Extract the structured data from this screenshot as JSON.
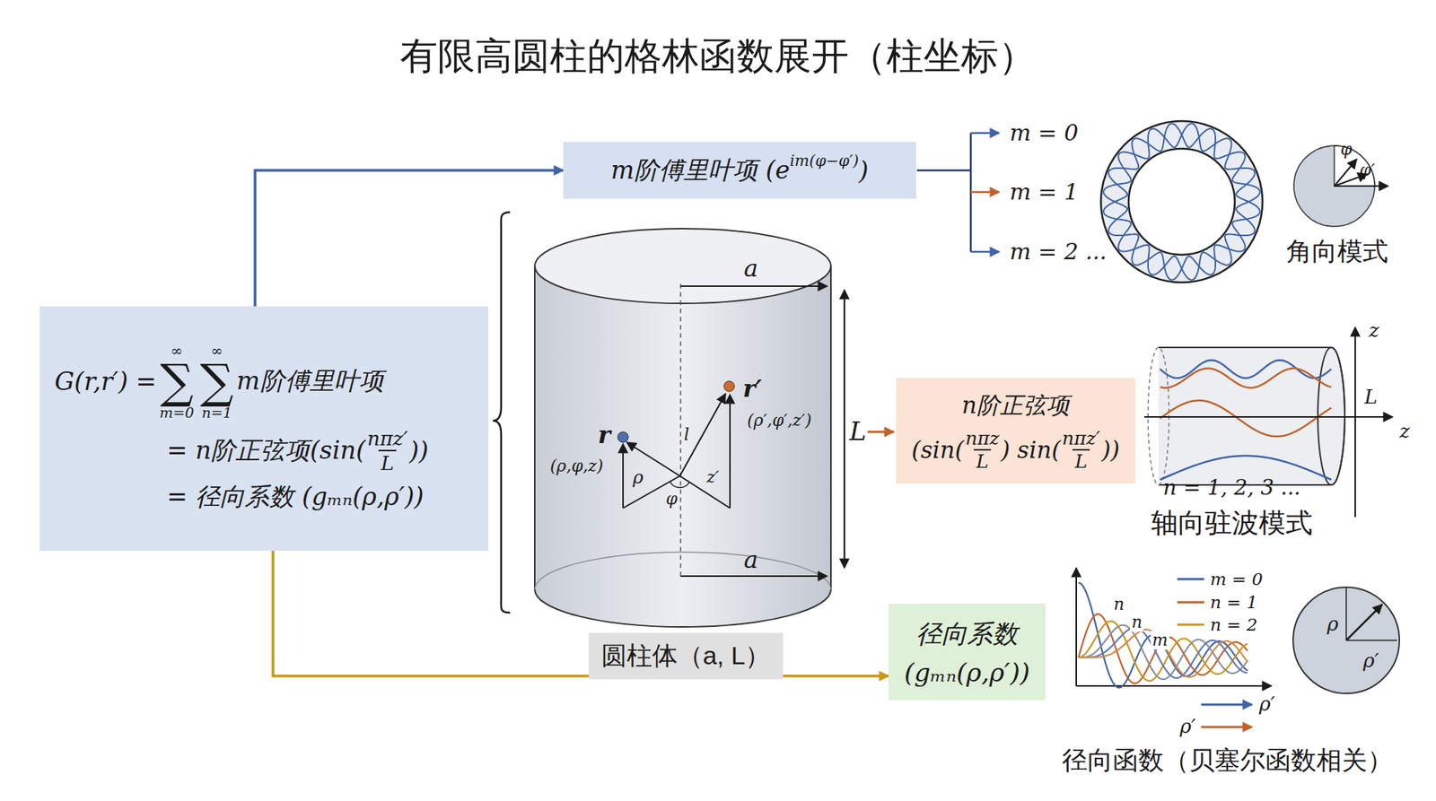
{
  "diagram": {
    "title": "有限高圆柱的格林函数展开（柱坐标）",
    "nodes": [
      {
        "text": [
          "G(r,r′) =",
          "∞",
          "∞",
          "∑",
          "∑",
          "m=0",
          "n=1",
          "m阶傅里叶项",
          "= n阶正弦项(sin(",
          "nπz′",
          "L",
          "))",
          "= 径向系数 (gₘₙ(ρ,ρ′))"
        ]
      },
      {
        "text": [
          "m阶傅里叶项 (e",
          "im(φ−φ′)",
          ")"
        ]
      },
      {
        "text": [
          "圆柱体（a, L）"
        ]
      },
      {
        "text": [
          "n阶正弦项",
          "(sin(",
          "nπz",
          "L",
          ") sin(",
          "nπz′",
          "L",
          "))"
        ]
      },
      {
        "text": [
          "径向系数",
          "(gₘₙ(ρ,ρ′))"
        ]
      }
    ],
    "edges": [
      {
        "from": 0,
        "to": 1,
        "arrow": "to"
      },
      {
        "from": 0,
        "to": 4,
        "arrow": "to"
      }
    ],
    "labels": [
      "m = 0",
      "m = 1",
      "m = 2 ...",
      "φ",
      "φ′",
      "角向模式",
      "a",
      "a",
      "L",
      "r",
      "(ρ,φ,z)",
      "r′",
      "(ρ′,φ′,z′)",
      "ρ",
      "φ",
      "z′",
      "l",
      "z",
      "L",
      "z",
      "n = 1, 2, 3 ...",
      "轴向驻波模式",
      "n",
      "n",
      "m",
      "ρ′",
      "ρ′",
      "ρ",
      "ρ′",
      "径向函数（贝塞尔函数相关）"
    ],
    "legend": [
      {
        "text": "m = 0"
      },
      {
        "text": "n = 1"
      },
      {
        "text": "n = 2"
      }
    ]
  }
}
